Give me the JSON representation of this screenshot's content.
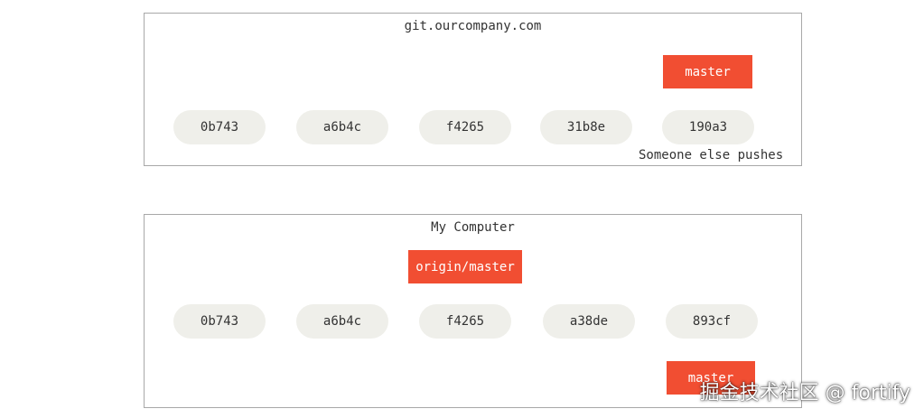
{
  "colors": {
    "branch_bg": "#f14e32",
    "commit_bg": "#efefea",
    "arrow": "#8c8c8c",
    "border": "#a8a8a8"
  },
  "remote": {
    "title": "git.ourcompany.com",
    "commits": [
      "0b743",
      "a6b4c",
      "f4265",
      "31b8e",
      "190a3"
    ],
    "branch_master": "master",
    "note": "Someone else pushes"
  },
  "local": {
    "title": "My Computer",
    "commits": [
      "0b743",
      "a6b4c",
      "f4265",
      "a38de",
      "893cf"
    ],
    "branch_origin_master": "origin/master",
    "branch_master": "master"
  },
  "watermark": "掘金技术社区 @ fortify"
}
